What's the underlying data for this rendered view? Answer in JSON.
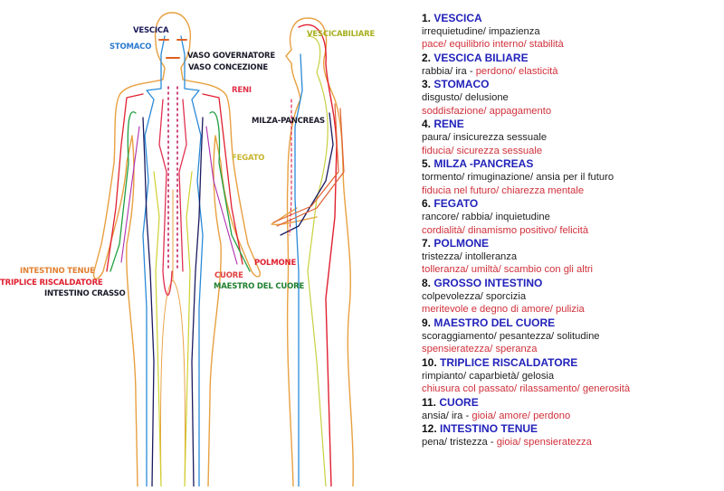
{
  "diagram_labels": {
    "vescica": "VESCICA",
    "stomaco": "STOMACO",
    "vaso_governatore": "VASO GOVERNATORE",
    "vaso_concezione": "VASO CONCEZIONE",
    "reni": "RENI",
    "milza_pancreas": "MILZA-PANCREAS",
    "fegato": "FEGATO",
    "polmone": "POLMONE",
    "cuore": "CUORE",
    "maestro_del_cuore": "MAESTRO DEL CUORE",
    "intestino_tenue": "INTESTINO TENUE",
    "triplice_riscaldatore": "TRIPLICE RISCALDATORE",
    "intestino_crasso": "INTESTINO CRASSO",
    "vescica_biliare": "VESCICABILIARE"
  },
  "colors": {
    "title": "#2222bb",
    "positive": "#d0303a",
    "negative": "#222222"
  },
  "legend": [
    {
      "num": "1.",
      "title": "VESCICA",
      "negative": "irrequietudine/ impazienza",
      "positive": "pace/ equilibrio interno/ stabilità",
      "inline": false
    },
    {
      "num": "2.",
      "title": "VESCICA BILIARE",
      "negative": "rabbia/ ira - ",
      "positive": "perdono/ elasticità",
      "inline": true
    },
    {
      "num": "3.",
      "title": "STOMACO",
      "negative": "disgusto/ delusione",
      "positive": "soddisfazione/ appagamento",
      "inline": false
    },
    {
      "num": "4.",
      "title": "RENE",
      "negative": "paura/ insicurezza sessuale",
      "positive": "fiducia/ sicurezza sessuale",
      "inline": false
    },
    {
      "num": "5.",
      "title": "MILZA -PANCREAS",
      "negative": "tormento/ rimuginazione/ ansia per il futuro",
      "positive": "fiducia nel futuro/ chiarezza mentale",
      "inline": false
    },
    {
      "num": "6.",
      "title": "FEGATO",
      "negative": "rancore/ rabbia/ inquietudine",
      "positive": "cordialità/ dinamismo positivo/ felicità",
      "inline": false
    },
    {
      "num": "7.",
      "title": "POLMONE",
      "negative": "tristezza/ intolleranza",
      "positive": "tolleranza/ umiltà/ scambio con gli altri",
      "inline": false
    },
    {
      "num": "8.",
      "title": "GROSSO INTESTINO",
      "negative": "colpevolezza/ sporcizia",
      "positive": "meritevole e degno di amore/ pulizia",
      "inline": false
    },
    {
      "num": "9.",
      "title": "MAESTRO DEL CUORE",
      "negative": "scoraggiamento/ pesantezza/ solitudine",
      "positive": "spensieratezza/ speranza",
      "inline": false
    },
    {
      "num": "10.",
      "title": "TRIPLICE RISCALDATORE",
      "negative": "rimpianto/ caparbietà/ gelosia",
      "positive": "chiusura col passato/ rilassamento/ generosità",
      "inline": false
    },
    {
      "num": "11.",
      "title": "CUORE",
      "negative": "ansia/ ira - ",
      "positive": "gioia/ amore/ perdono",
      "inline": true
    },
    {
      "num": "12.",
      "title": "INTESTINO TENUE",
      "negative": "pena/ tristezza - ",
      "positive": "gioia/ spensieratezza",
      "inline": true
    }
  ]
}
